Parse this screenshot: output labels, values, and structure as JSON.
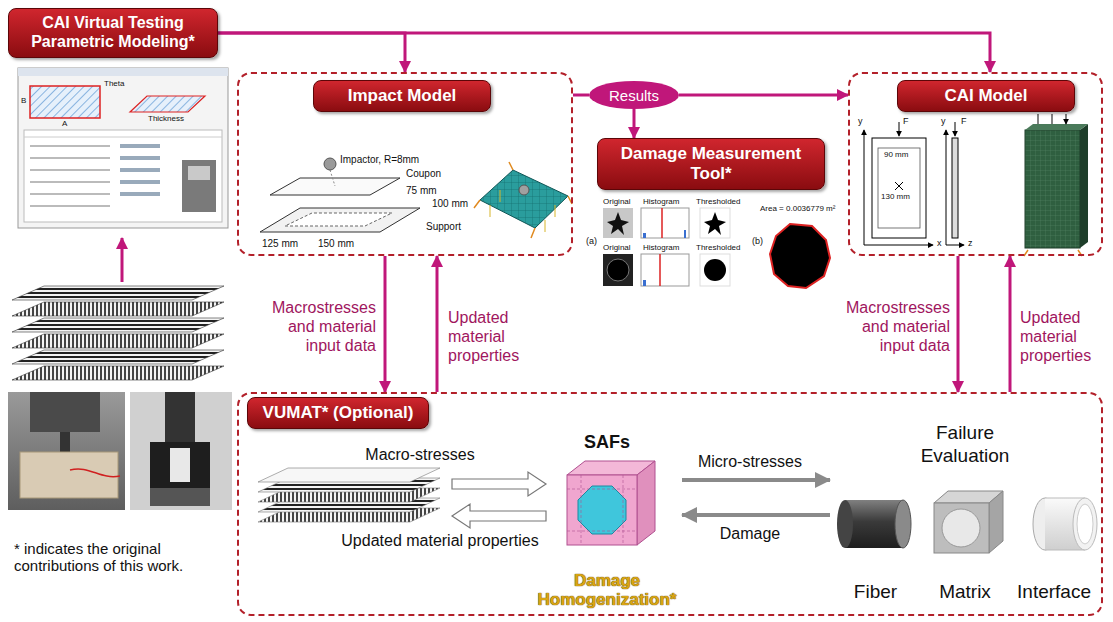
{
  "diagram": {
    "nodes": [
      {
        "text": [
          "CAI Virtual Testing Parametric Modeling*"
        ]
      },
      {
        "text": [
          "Impact Model"
        ]
      },
      {
        "text": [
          "Results"
        ]
      },
      {
        "text": [
          "Damage Measurement Tool*"
        ]
      },
      {
        "text": [
          "CAI Model"
        ]
      },
      {
        "text": [
          "VUMAT* (Optional)"
        ]
      },
      {
        "text": [
          "SAFs",
          "Damage Homogenization*"
        ],
        "in": 5
      },
      {
        "text": [
          "Failure Evaluation"
        ],
        "in": 5
      },
      {
        "text": [
          "Fiber"
        ],
        "in": 7
      },
      {
        "text": [
          "Matrix"
        ],
        "in": 7
      },
      {
        "text": [
          "Interface"
        ],
        "in": 7
      }
    ],
    "edges": [
      {
        "from": 0,
        "to": 1,
        "arrow": "to"
      },
      {
        "from": 0,
        "to": 4,
        "arrow": "to"
      },
      {
        "from": 1,
        "to": 2,
        "arrow": "none"
      },
      {
        "from": 2,
        "to": 4,
        "arrow": "to"
      },
      {
        "from": 2,
        "to": 3,
        "arrow": "to"
      },
      {
        "from": 1,
        "to": 5,
        "arrow": "to",
        "label": "Macrostresses and material input data"
      },
      {
        "from": 5,
        "to": 1,
        "arrow": "to",
        "label": "Updated material properties"
      },
      {
        "from": 4,
        "to": 5,
        "arrow": "to",
        "label": "Macrostresses and material input data"
      },
      {
        "from": 5,
        "to": 4,
        "arrow": "to",
        "label": "Updated material properties"
      },
      {
        "from": 6,
        "to": 7,
        "arrow": "to",
        "label": "Micro-stresses"
      },
      {
        "from": 7,
        "to": 6,
        "arrow": "to",
        "label": "Damage"
      }
    ],
    "labels": [
      "Impactor, R=8mm",
      "Coupon",
      "75 mm",
      "100 mm",
      "Support",
      "125 mm",
      "150 mm",
      "Original",
      "Histogram",
      "Thresholded",
      "Original",
      "Histogram",
      "Thresholded",
      "(a)",
      "(b)",
      "Area = 0.0036779 m²",
      "y",
      "F",
      "90 mm",
      "130 mm",
      "x",
      "y",
      "F",
      "z",
      "B",
      "A",
      "Theta",
      "Thickness",
      "Macro-stresses",
      "Updated material properties",
      "* indicates the original contributions of this work."
    ]
  }
}
